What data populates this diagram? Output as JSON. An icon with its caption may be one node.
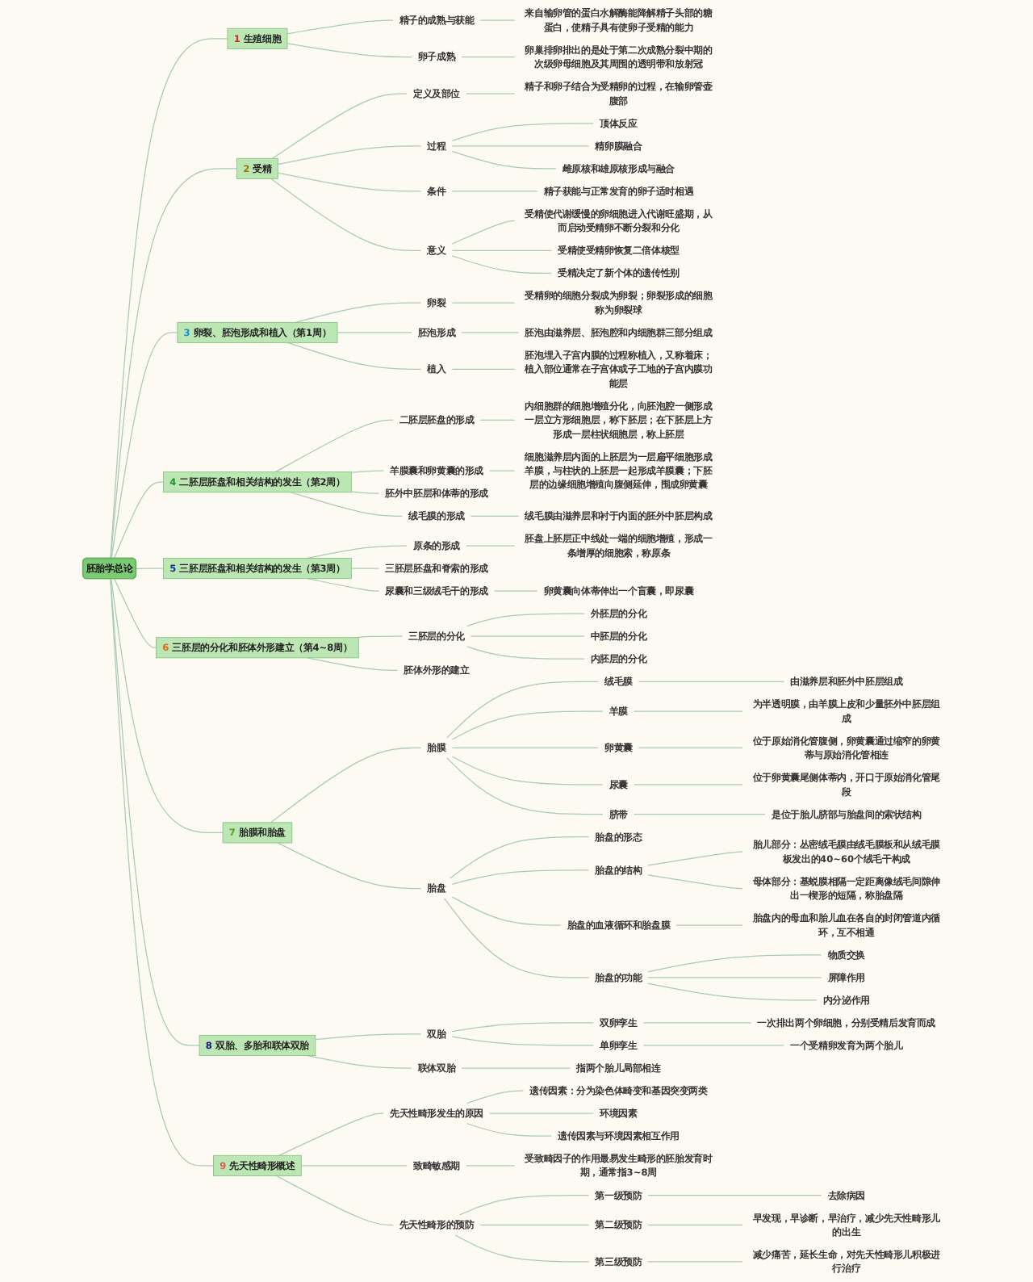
{
  "diagram": {
    "nodes": [
      {
        "text": [
          "胚胎学总论"
        ]
      },
      {
        "text": [
          "1 生殖细胞"
        ]
      },
      {
        "text": [
          "精子的成熟与获能"
        ]
      },
      {
        "text": [
          "来自输卵管的蛋白水解酶能降解精子头部的糖蛋白，使精子具有使卵子受精的能力"
        ]
      },
      {
        "text": [
          "卵子成熟"
        ]
      },
      {
        "text": [
          "卵巢排卵排出的是处于第二次成熟分裂中期的次级卵母细胞及其周围的透明带和放射冠"
        ]
      },
      {
        "text": [
          "2 受精"
        ]
      },
      {
        "text": [
          "定义及部位"
        ]
      },
      {
        "text": [
          "精子和卵子结合为受精卵的过程，在输卵管壶腹部"
        ]
      },
      {
        "text": [
          "过程"
        ]
      },
      {
        "text": [
          "顶体反应"
        ]
      },
      {
        "text": [
          "精卵膜融合"
        ]
      },
      {
        "text": [
          "雌原核和雄原核形成与融合"
        ]
      },
      {
        "text": [
          "条件"
        ]
      },
      {
        "text": [
          "精子获能与正常发育的卵子适时相遇"
        ]
      },
      {
        "text": [
          "意义"
        ]
      },
      {
        "text": [
          "受精使代谢缓慢的卵细胞进入代谢旺盛期，从而启动受精卵不断分裂和分化"
        ]
      },
      {
        "text": [
          "受精使受精卵恢复二倍体核型"
        ]
      },
      {
        "text": [
          "受精决定了新个体的遗传性别"
        ]
      },
      {
        "text": [
          "3 卵裂、胚泡形成和植入（第1周）"
        ]
      },
      {
        "text": [
          "卵裂"
        ]
      },
      {
        "text": [
          "受精卵的细胞分裂成为卵裂；卵裂形成的细胞称为卵裂球"
        ]
      },
      {
        "text": [
          "胚泡形成"
        ]
      },
      {
        "text": [
          "胚泡由滋养层、胚泡腔和内细胞群三部分组成"
        ]
      },
      {
        "text": [
          "植入"
        ]
      },
      {
        "text": [
          "胚泡埋入子宫内膜的过程称植入，又称着床；植入部位通常在子宫体或子工地的子宫内膜功能层"
        ]
      },
      {
        "text": [
          "4 二胚层胚盘和相关结构的发生（第2周）"
        ]
      },
      {
        "text": [
          "二胚层胚盘的形成"
        ]
      },
      {
        "text": [
          "内细胞群的细胞增殖分化，向胚泡腔一侧形成一层立方形细胞层，称下胚层；在下胚层上方形成一层柱状细胞层，称上胚层"
        ]
      },
      {
        "text": [
          "羊膜囊和卵黄囊的形成"
        ]
      },
      {
        "text": [
          "细胞滋养层内面的上胚层为一层扁平细胞形成羊膜，与柱状的上胚层一起形成羊膜囊；下胚层的边缘细胞增殖向腹侧延伸，围成卵黄囊"
        ]
      },
      {
        "text": [
          "胚外中胚层和体蒂的形成"
        ]
      },
      {
        "text": [
          "绒毛膜的形成"
        ]
      },
      {
        "text": [
          "绒毛膜由滋养层和衬于内面的胚外中胚层构成"
        ]
      },
      {
        "text": [
          "5 三胚层胚盘和相关结构的发生（第3周）"
        ]
      },
      {
        "text": [
          "原条的形成"
        ]
      },
      {
        "text": [
          "胚盘上胚层正中线处一端的细胞增殖，形成一条增厚的细胞索，称原条"
        ]
      },
      {
        "text": [
          "三胚层胚盘和脊索的形成"
        ]
      },
      {
        "text": [
          "尿囊和三级绒毛干的形成"
        ]
      },
      {
        "text": [
          "卵黄囊向体蒂伸出一个盲囊，即尿囊"
        ]
      },
      {
        "text": [
          "6 三胚层的分化和胚体外形建立（第4~8周）"
        ]
      },
      {
        "text": [
          "三胚层的分化"
        ]
      },
      {
        "text": [
          "外胚层的分化"
        ]
      },
      {
        "text": [
          "中胚层的分化"
        ]
      },
      {
        "text": [
          "内胚层的分化"
        ]
      },
      {
        "text": [
          "胚体外形的建立"
        ]
      },
      {
        "text": [
          "7 胎膜和胎盘"
        ]
      },
      {
        "text": [
          "胎膜"
        ]
      },
      {
        "text": [
          "绒毛膜"
        ]
      },
      {
        "text": [
          "由滋养层和胚外中胚层组成"
        ]
      },
      {
        "text": [
          "羊膜"
        ]
      },
      {
        "text": [
          "为半透明膜，由羊膜上皮和少量胚外中胚层组成"
        ]
      },
      {
        "text": [
          "卵黄囊"
        ]
      },
      {
        "text": [
          "位于原始消化管腹侧，卵黄囊通过缩窄的卵黄蒂与原始消化管相连"
        ]
      },
      {
        "text": [
          "尿囊"
        ]
      },
      {
        "text": [
          "位于卵黄囊尾侧体蒂内，开口于原始消化管尾段"
        ]
      },
      {
        "text": [
          "脐带"
        ]
      },
      {
        "text": [
          "是位于胎儿脐部与胎盘间的索状结构"
        ]
      },
      {
        "text": [
          "胎盘"
        ]
      },
      {
        "text": [
          "胎盘的形态"
        ]
      },
      {
        "text": [
          "胎盘的结构"
        ]
      },
      {
        "text": [
          "胎儿部分：丛密绒毛膜由绒毛膜板和从绒毛膜板发出的40~60个绒毛干构成"
        ]
      },
      {
        "text": [
          "母体部分：基蜕膜相隔一定距离像绒毛间隙伸出一楔形的短隔，称胎盘隔"
        ]
      },
      {
        "text": [
          "胎盘的血液循环和胎盘膜"
        ]
      },
      {
        "text": [
          "胎盘内的母血和胎儿血在各自的封闭管道内循环，互不相通"
        ]
      },
      {
        "text": [
          "胎盘的功能"
        ]
      },
      {
        "text": [
          "物质交换"
        ]
      },
      {
        "text": [
          "屏障作用"
        ]
      },
      {
        "text": [
          "内分泌作用"
        ]
      },
      {
        "text": [
          "8 双胎、多胎和联体双胎"
        ]
      },
      {
        "text": [
          "双胎"
        ]
      },
      {
        "text": [
          "双卵孪生"
        ]
      },
      {
        "text": [
          "一次排出两个卵细胞，分别受精后发育而成"
        ]
      },
      {
        "text": [
          "单卵孪生"
        ]
      },
      {
        "text": [
          "一个受精卵发育为两个胎儿"
        ]
      },
      {
        "text": [
          "联体双胎"
        ]
      },
      {
        "text": [
          "指两个胎儿局部相连"
        ]
      },
      {
        "text": [
          "9 先天性畸形概述"
        ]
      },
      {
        "text": [
          "先天性畸形发生的原因"
        ]
      },
      {
        "text": [
          "遗传因素：分为染色体畸变和基因突变两类"
        ]
      },
      {
        "text": [
          "环境因素"
        ]
      },
      {
        "text": [
          "遗传因素与环境因素相互作用"
        ]
      },
      {
        "text": [
          "致畸敏感期"
        ]
      },
      {
        "text": [
          "受致畸因子的作用最易发生畸形的胚胎发育时期，通常指3~8周"
        ]
      },
      {
        "text": [
          "先天性畸形的预防"
        ]
      },
      {
        "text": [
          "第一级预防"
        ]
      },
      {
        "text": [
          "去除病因"
        ]
      },
      {
        "text": [
          "第二级预防"
        ]
      },
      {
        "text": [
          "早发现，早诊断，早治疗，减少先天性畸形儿的出生"
        ]
      },
      {
        "text": [
          "第三级预防"
        ]
      },
      {
        "text": [
          "减少痛苦，延长生命，对先天性畸形儿积极进行治疗"
        ]
      }
    ],
    "edges": [
      {
        "from": 0,
        "to": 1,
        "arrow": "none"
      },
      {
        "from": 1,
        "to": 2,
        "arrow": "none"
      },
      {
        "from": 2,
        "to": 3,
        "arrow": "none"
      },
      {
        "from": 1,
        "to": 4,
        "arrow": "none"
      },
      {
        "from": 4,
        "to": 5,
        "arrow": "none"
      },
      {
        "from": 0,
        "to": 6,
        "arrow": "none"
      },
      {
        "from": 6,
        "to": 7,
        "arrow": "none"
      },
      {
        "from": 7,
        "to": 8,
        "arrow": "none"
      },
      {
        "from": 6,
        "to": 9,
        "arrow": "none"
      },
      {
        "from": 9,
        "to": 10,
        "arrow": "none"
      },
      {
        "from": 9,
        "to": 11,
        "arrow": "none"
      },
      {
        "from": 9,
        "to": 12,
        "arrow": "none"
      },
      {
        "from": 6,
        "to": 13,
        "arrow": "none"
      },
      {
        "from": 13,
        "to": 14,
        "arrow": "none"
      },
      {
        "from": 6,
        "to": 15,
        "arrow": "none"
      },
      {
        "from": 15,
        "to": 16,
        "arrow": "none"
      },
      {
        "from": 15,
        "to": 17,
        "arrow": "none"
      },
      {
        "from": 15,
        "to": 18,
        "arrow": "none"
      },
      {
        "from": 0,
        "to": 19,
        "arrow": "none"
      },
      {
        "from": 19,
        "to": 20,
        "arrow": "none"
      },
      {
        "from": 20,
        "to": 21,
        "arrow": "none"
      },
      {
        "from": 19,
        "to": 22,
        "arrow": "none"
      },
      {
        "from": 22,
        "to": 23,
        "arrow": "none"
      },
      {
        "from": 19,
        "to": 24,
        "arrow": "none"
      },
      {
        "from": 24,
        "to": 25,
        "arrow": "none"
      },
      {
        "from": 0,
        "to": 26,
        "arrow": "none"
      },
      {
        "from": 26,
        "to": 27,
        "arrow": "none"
      },
      {
        "from": 27,
        "to": 28,
        "arrow": "none"
      },
      {
        "from": 26,
        "to": 29,
        "arrow": "none"
      },
      {
        "from": 29,
        "to": 30,
        "arrow": "none"
      },
      {
        "from": 26,
        "to": 31,
        "arrow": "none"
      },
      {
        "from": 26,
        "to": 32,
        "arrow": "none"
      },
      {
        "from": 32,
        "to": 33,
        "arrow": "none"
      },
      {
        "from": 0,
        "to": 34,
        "arrow": "none"
      },
      {
        "from": 34,
        "to": 35,
        "arrow": "none"
      },
      {
        "from": 35,
        "to": 36,
        "arrow": "none"
      },
      {
        "from": 34,
        "to": 37,
        "arrow": "none"
      },
      {
        "from": 34,
        "to": 38,
        "arrow": "none"
      },
      {
        "from": 38,
        "to": 39,
        "arrow": "none"
      },
      {
        "from": 0,
        "to": 40,
        "arrow": "none"
      },
      {
        "from": 40,
        "to": 41,
        "arrow": "none"
      },
      {
        "from": 41,
        "to": 42,
        "arrow": "none"
      },
      {
        "from": 41,
        "to": 43,
        "arrow": "none"
      },
      {
        "from": 41,
        "to": 44,
        "arrow": "none"
      },
      {
        "from": 40,
        "to": 45,
        "arrow": "none"
      },
      {
        "from": 0,
        "to": 46,
        "arrow": "none"
      },
      {
        "from": 46,
        "to": 47,
        "arrow": "none"
      },
      {
        "from": 47,
        "to": 48,
        "arrow": "none"
      },
      {
        "from": 48,
        "to": 49,
        "arrow": "none"
      },
      {
        "from": 47,
        "to": 50,
        "arrow": "none"
      },
      {
        "from": 50,
        "to": 51,
        "arrow": "none"
      },
      {
        "from": 47,
        "to": 52,
        "arrow": "none"
      },
      {
        "from": 52,
        "to": 53,
        "arrow": "none"
      },
      {
        "from": 47,
        "to": 54,
        "arrow": "none"
      },
      {
        "from": 54,
        "to": 55,
        "arrow": "none"
      },
      {
        "from": 47,
        "to": 56,
        "arrow": "none"
      },
      {
        "from": 56,
        "to": 57,
        "arrow": "none"
      },
      {
        "from": 46,
        "to": 58,
        "arrow": "none"
      },
      {
        "from": 58,
        "to": 59,
        "arrow": "none"
      },
      {
        "from": 58,
        "to": 60,
        "arrow": "none"
      },
      {
        "from": 60,
        "to": 61,
        "arrow": "none"
      },
      {
        "from": 60,
        "to": 62,
        "arrow": "none"
      },
      {
        "from": 58,
        "to": 63,
        "arrow": "none"
      },
      {
        "from": 63,
        "to": 64,
        "arrow": "none"
      },
      {
        "from": 58,
        "to": 65,
        "arrow": "none"
      },
      {
        "from": 65,
        "to": 66,
        "arrow": "none"
      },
      {
        "from": 65,
        "to": 67,
        "arrow": "none"
      },
      {
        "from": 65,
        "to": 68,
        "arrow": "none"
      },
      {
        "from": 0,
        "to": 69,
        "arrow": "none"
      },
      {
        "from": 69,
        "to": 70,
        "arrow": "none"
      },
      {
        "from": 70,
        "to": 71,
        "arrow": "none"
      },
      {
        "from": 71,
        "to": 72,
        "arrow": "none"
      },
      {
        "from": 70,
        "to": 73,
        "arrow": "none"
      },
      {
        "from": 73,
        "to": 74,
        "arrow": "none"
      },
      {
        "from": 69,
        "to": 75,
        "arrow": "none"
      },
      {
        "from": 75,
        "to": 76,
        "arrow": "none"
      },
      {
        "from": 0,
        "to": 77,
        "arrow": "none"
      },
      {
        "from": 77,
        "to": 78,
        "arrow": "none"
      },
      {
        "from": 78,
        "to": 79,
        "arrow": "none"
      },
      {
        "from": 78,
        "to": 80,
        "arrow": "none"
      },
      {
        "from": 78,
        "to": 81,
        "arrow": "none"
      },
      {
        "from": 77,
        "to": 82,
        "arrow": "none"
      },
      {
        "from": 82,
        "to": 83,
        "arrow": "none"
      },
      {
        "from": 77,
        "to": 84,
        "arrow": "none"
      },
      {
        "from": 84,
        "to": 85,
        "arrow": "none"
      },
      {
        "from": 85,
        "to": 86,
        "arrow": "none"
      },
      {
        "from": 84,
        "to": 87,
        "arrow": "none"
      },
      {
        "from": 87,
        "to": 88,
        "arrow": "none"
      },
      {
        "from": 84,
        "to": 89,
        "arrow": "none"
      },
      {
        "from": 89,
        "to": 90,
        "arrow": "none"
      }
    ]
  }
}
